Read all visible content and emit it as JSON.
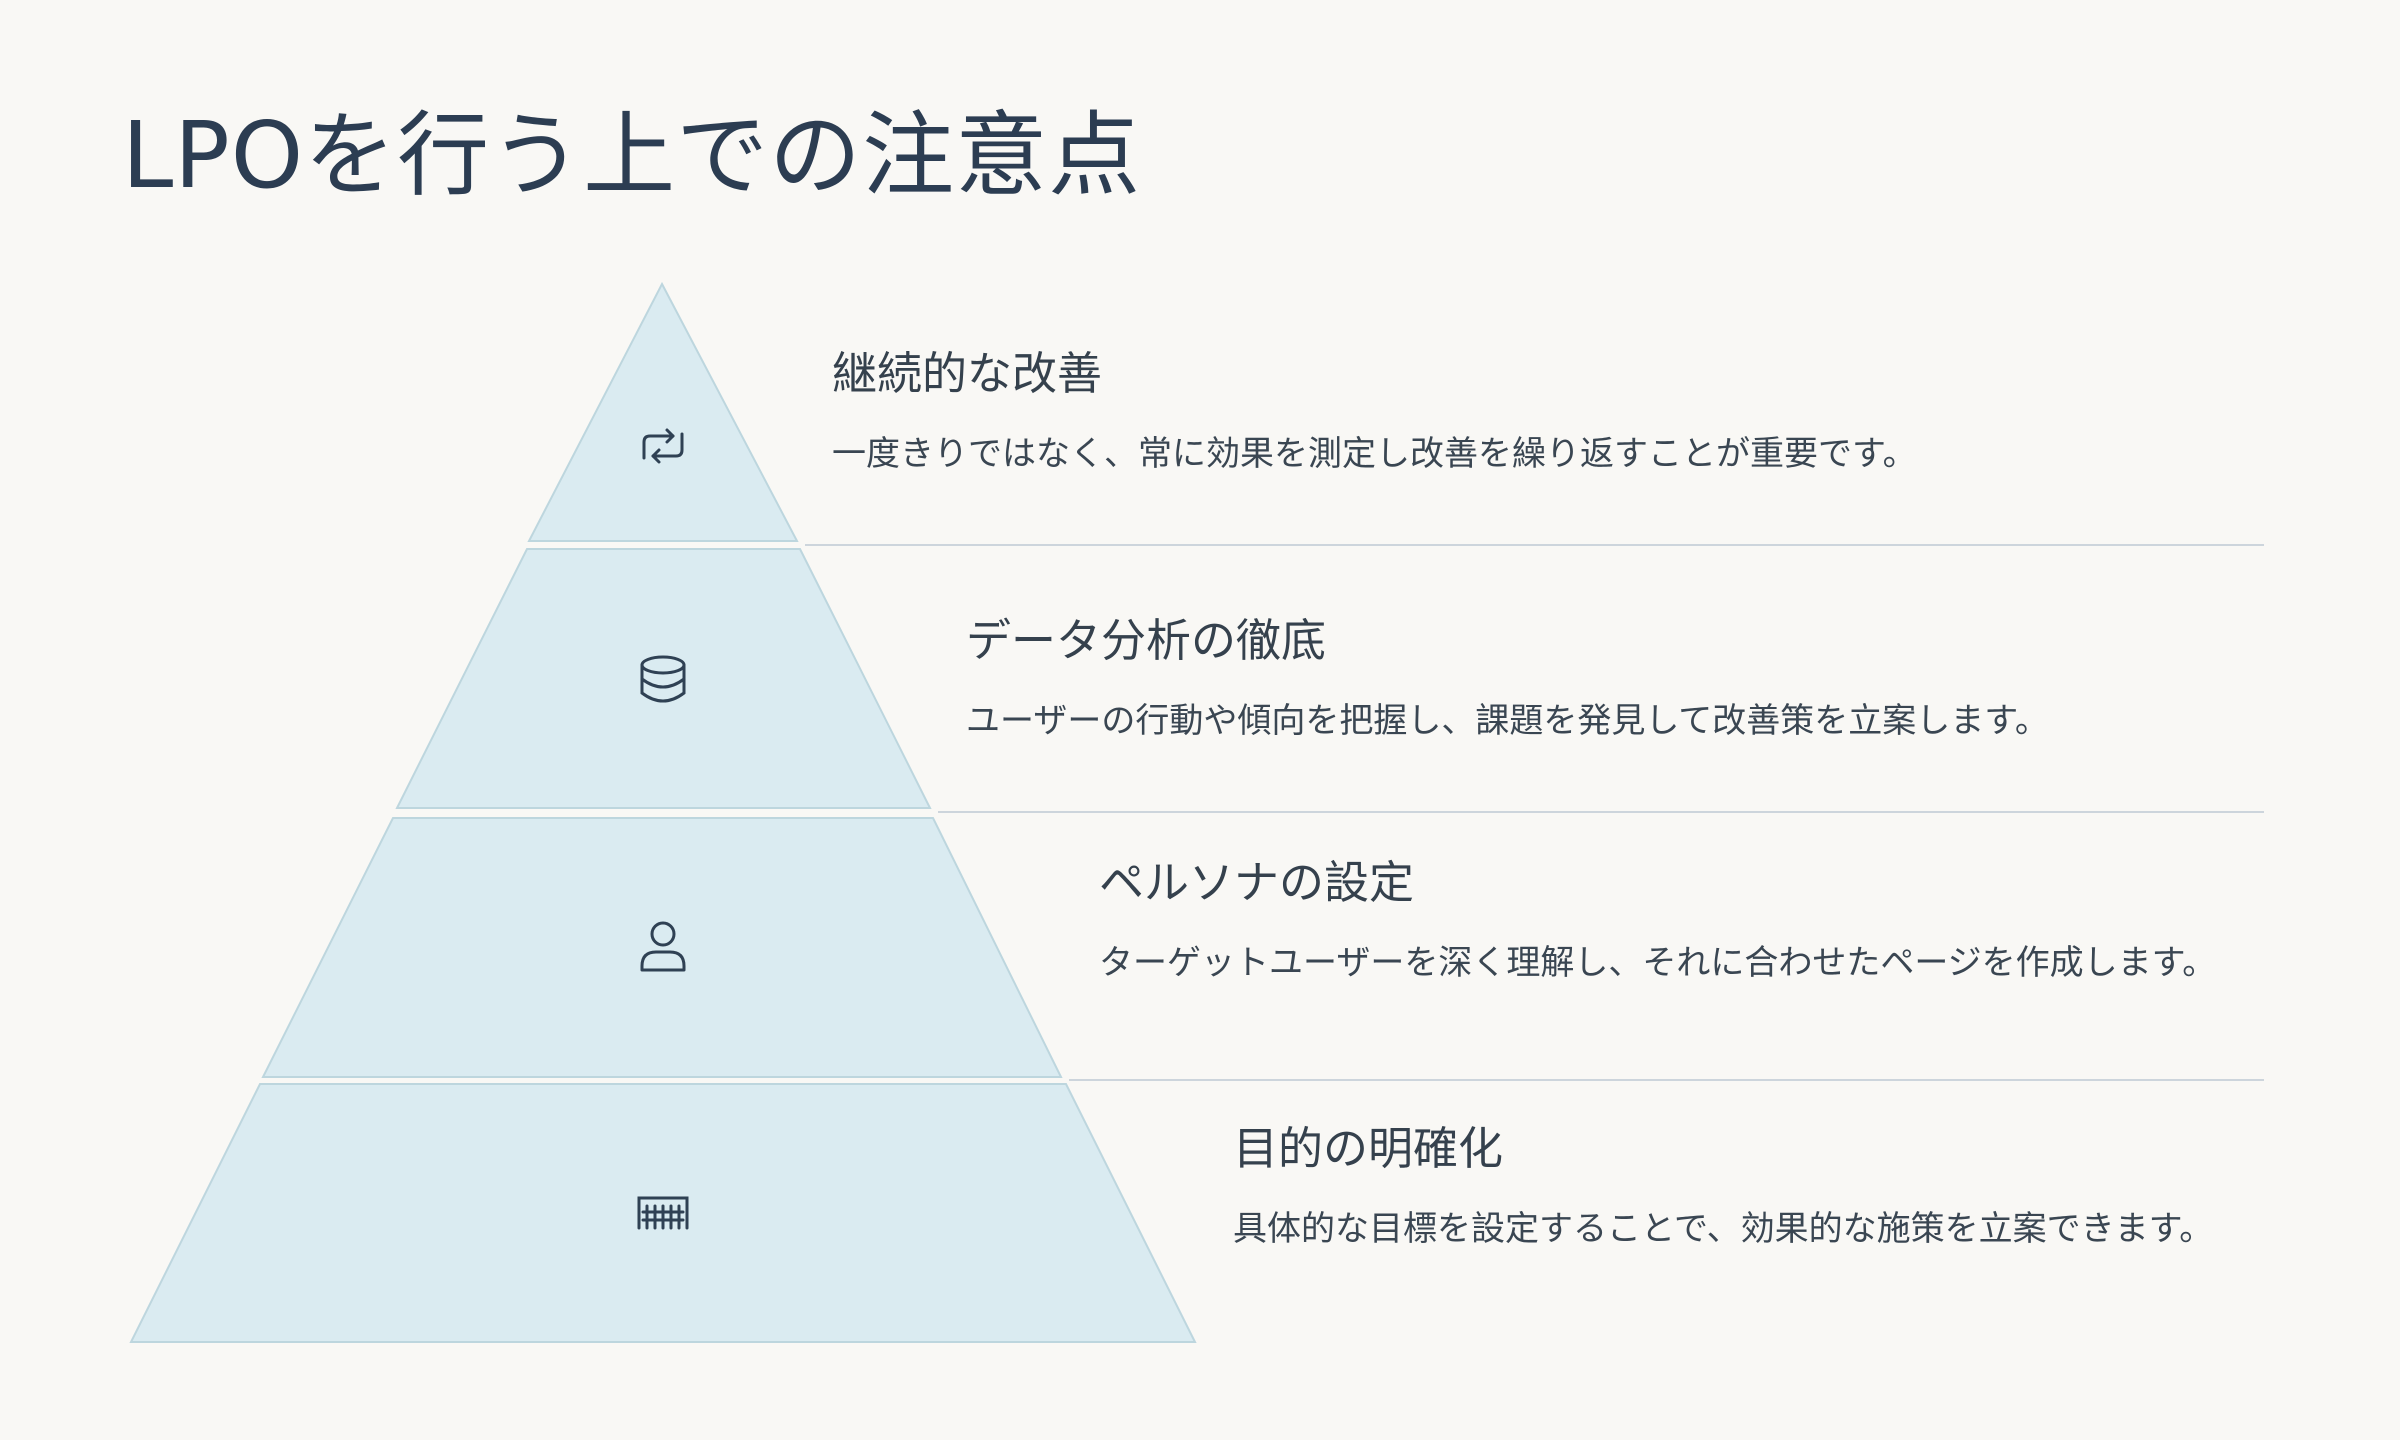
{
  "title": "LPOを行う上での注意点",
  "tiers": [
    {
      "heading": "継続的な改善",
      "description": "一度きりではなく、常に効果を測定し改善を繰り返すことが重要です。",
      "icon": "repeat-icon"
    },
    {
      "heading": "データ分析の徹底",
      "description": "ユーザーの行動や傾向を把握し、課題を発見して改善策を立案します。",
      "icon": "database-icon"
    },
    {
      "heading": "ペルソナの設定",
      "description": "ターゲットユーザーを深く理解し、それに合わせたページを作成します。",
      "icon": "user-icon"
    },
    {
      "heading": "目的の明確化",
      "description": "具体的な目標を設定することで、効果的な施策を立案できます。",
      "icon": "grid-icon"
    }
  ],
  "colors": {
    "background": "#f9f8f5",
    "tier_fill": "#daebf1",
    "tier_stroke": "#bdd6de",
    "divider": "#cdd5dc",
    "icon": "#2f4154",
    "text": "#35414d"
  }
}
